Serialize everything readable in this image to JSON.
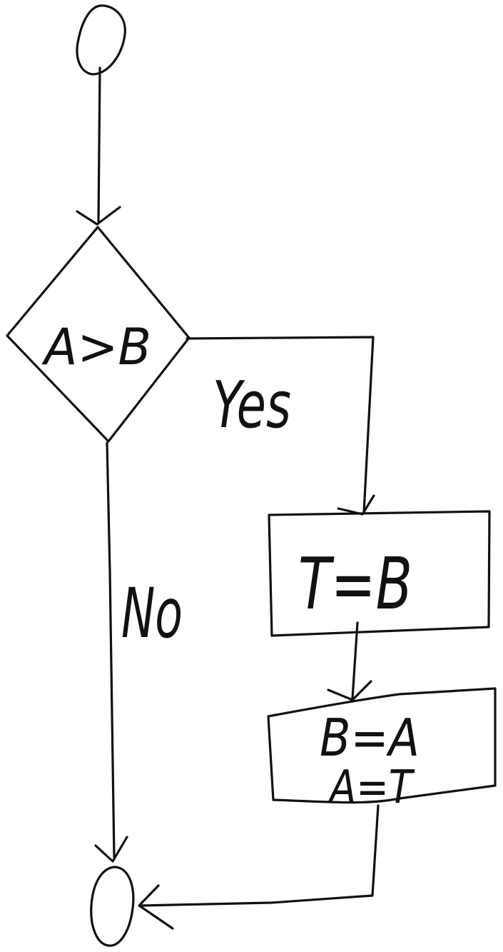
{
  "flowchart": {
    "decision": {
      "label": "A>B"
    },
    "edges": {
      "yes_label": "Yes",
      "no_label": "No"
    },
    "process_1": {
      "label": "T=B"
    },
    "process_2": {
      "line1": "B=A",
      "line2": "A=T"
    }
  },
  "colors": {
    "ink": "#111111",
    "background": "#ffffff"
  }
}
